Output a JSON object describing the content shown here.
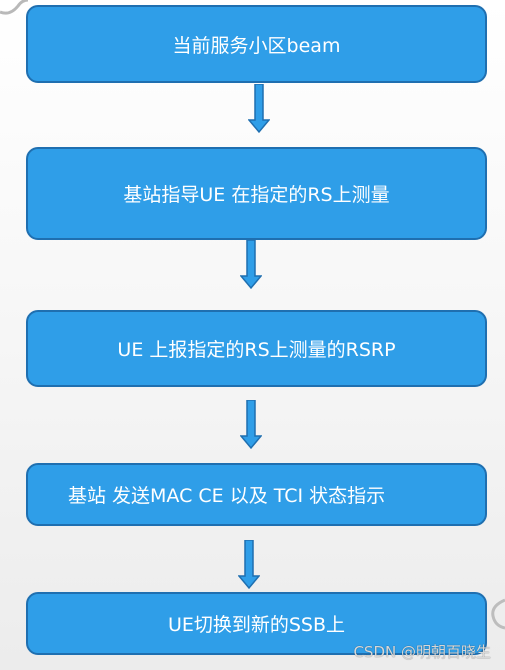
{
  "steps": [
    "当前服务小区beam",
    "基站指导UE 在指定的RS上测量",
    "UE 上报指定的RS上测量的RSRP",
    "基站 发送MAC CE 以及 TCI 状态指示",
    "UE切换到新的SSB上"
  ],
  "watermark": "CSDN @明朝百晓生",
  "colors": {
    "box_fill": "#2f9ee8",
    "box_border": "#1f6fb0",
    "arrow_fill": "#2f9ee8",
    "arrow_border": "#1f6fb0",
    "text": "#ffffff"
  },
  "icons": [
    "down-arrow-icon"
  ]
}
